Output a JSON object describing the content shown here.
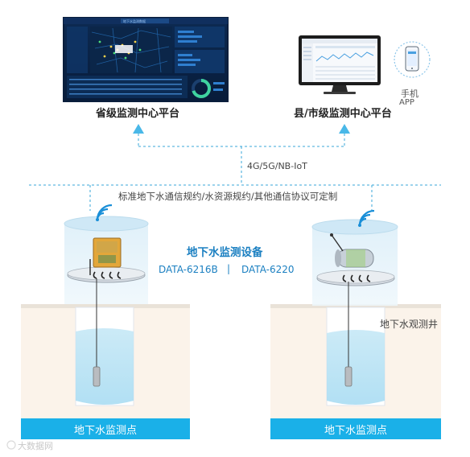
{
  "platforms": {
    "provincial": "省级监测中心平台",
    "county": "县/市级监测中心平台",
    "phone_line1": "手机",
    "phone_line2": "APP",
    "screen_title": "地下水监测数据"
  },
  "network": {
    "comm": "4G/5G/NB-IoT",
    "protocol": "标准地下水通信规约/水资源规约/其他通信协议可定制"
  },
  "device": {
    "title": "地下水监测设备",
    "model_left": "DATA-6216B",
    "separator": "|",
    "model_right": "DATA-6220"
  },
  "well_label": "地下水观测井",
  "stations": {
    "left": "地下水监测点",
    "right": "地下水监测点"
  },
  "watermark": "大数据网",
  "colors": {
    "accent_blue": "#1ab0e8",
    "title_blue": "#1a7fc1",
    "dash": "#3aa7d8",
    "soil": "#fbf3ea"
  }
}
